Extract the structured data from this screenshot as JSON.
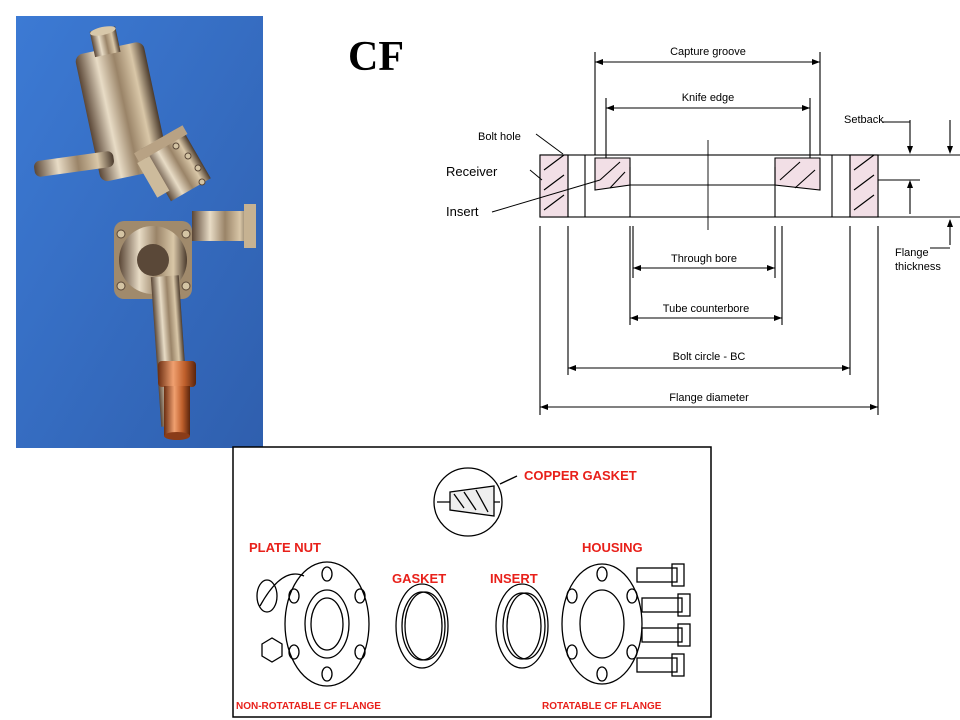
{
  "title": "CF",
  "section_drawing": {
    "labels": {
      "capture_groove": "Capture groove",
      "knife_edge": "Knife edge",
      "setback": "Setback",
      "bolt_hole": "Bolt hole",
      "receiver": "Receiver",
      "insert": "Insert",
      "through_bore": "Through bore",
      "tube_counterbore": "Tube counterbore",
      "bolt_circle": "Bolt circle - BC",
      "flange_diameter": "Flange diameter",
      "flange_thickness_1": "Flange",
      "flange_thickness_2": "thickness"
    }
  },
  "exploded_view": {
    "labels": {
      "copper_gasket": "COPPER GASKET",
      "plate_nut": "PLATE NUT",
      "gasket": "GASKET",
      "insert": "INSERT",
      "housing": "HOUSING",
      "non_rotatable": "NON-ROTATABLE CF FLANGE",
      "rotatable": "ROTATABLE CF FLANGE"
    },
    "label_color": "#e8201a"
  },
  "photo": {
    "subject": "vacuum-chamber-photo",
    "background_color": "#3d6fc2"
  }
}
